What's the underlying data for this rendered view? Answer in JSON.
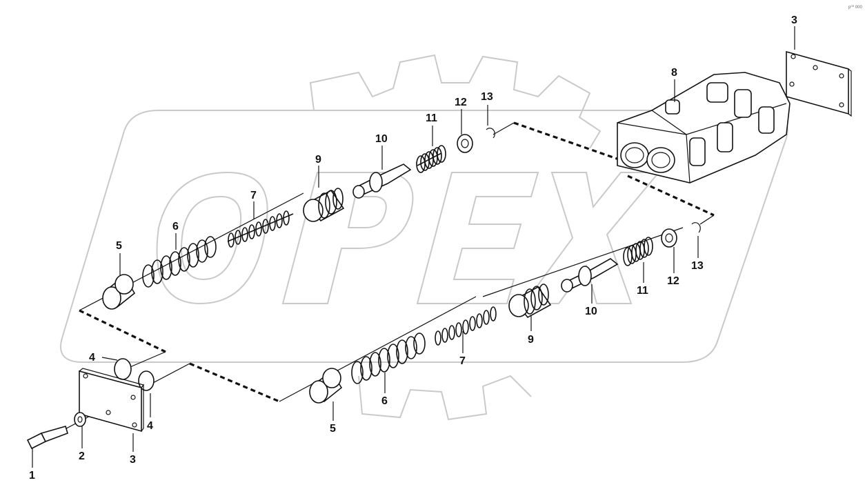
{
  "watermark": {
    "logo_text": "OPEX",
    "gear": "gear-watermark"
  },
  "corner_code": "p⁰⁰ 000",
  "callouts": {
    "c1": "1",
    "c2": "2",
    "c3_top": "3",
    "c3_bottom": "3",
    "c4_top": "4",
    "c4_bottom": "4",
    "c5_upper": "5",
    "c5_lower": "5",
    "c6_upper": "6",
    "c6_lower": "6",
    "c7_upper": "7",
    "c7_lower": "7",
    "c8": "8",
    "c9_upper": "9",
    "c9_lower": "9",
    "c10_upper": "10",
    "c10_lower": "10",
    "c11_upper": "11",
    "c11_lower": "11",
    "c12_upper": "12",
    "c12_lower": "12",
    "c13_upper": "13",
    "c13_lower": "13"
  }
}
